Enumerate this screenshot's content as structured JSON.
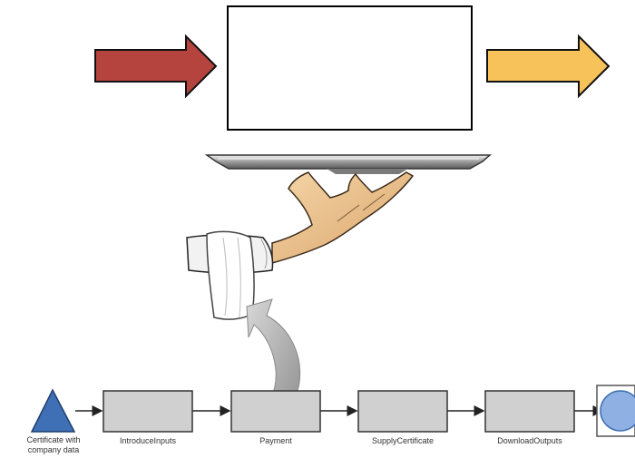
{
  "top": {
    "input_arrow_color": "#b5443f",
    "output_arrow_color": "#f7c25a",
    "box_label": ""
  },
  "illustration": {
    "subject": "waiter hand holding serving tray",
    "curved_arrow_color": "#a9a9a9"
  },
  "process": {
    "start_node": {
      "shape": "triangle",
      "color": "#3f6fb4",
      "label_line1": "Certificate with",
      "label_line2": "company data"
    },
    "steps": [
      {
        "label": "IntroduceInputs"
      },
      {
        "label": "Payment"
      },
      {
        "label": "SupplyCertificate"
      },
      {
        "label": "DownloadOutputs"
      }
    ],
    "end_node": {
      "shape": "circle",
      "color": "#8fb0e3"
    },
    "step_fill": "#d0d0d0"
  }
}
